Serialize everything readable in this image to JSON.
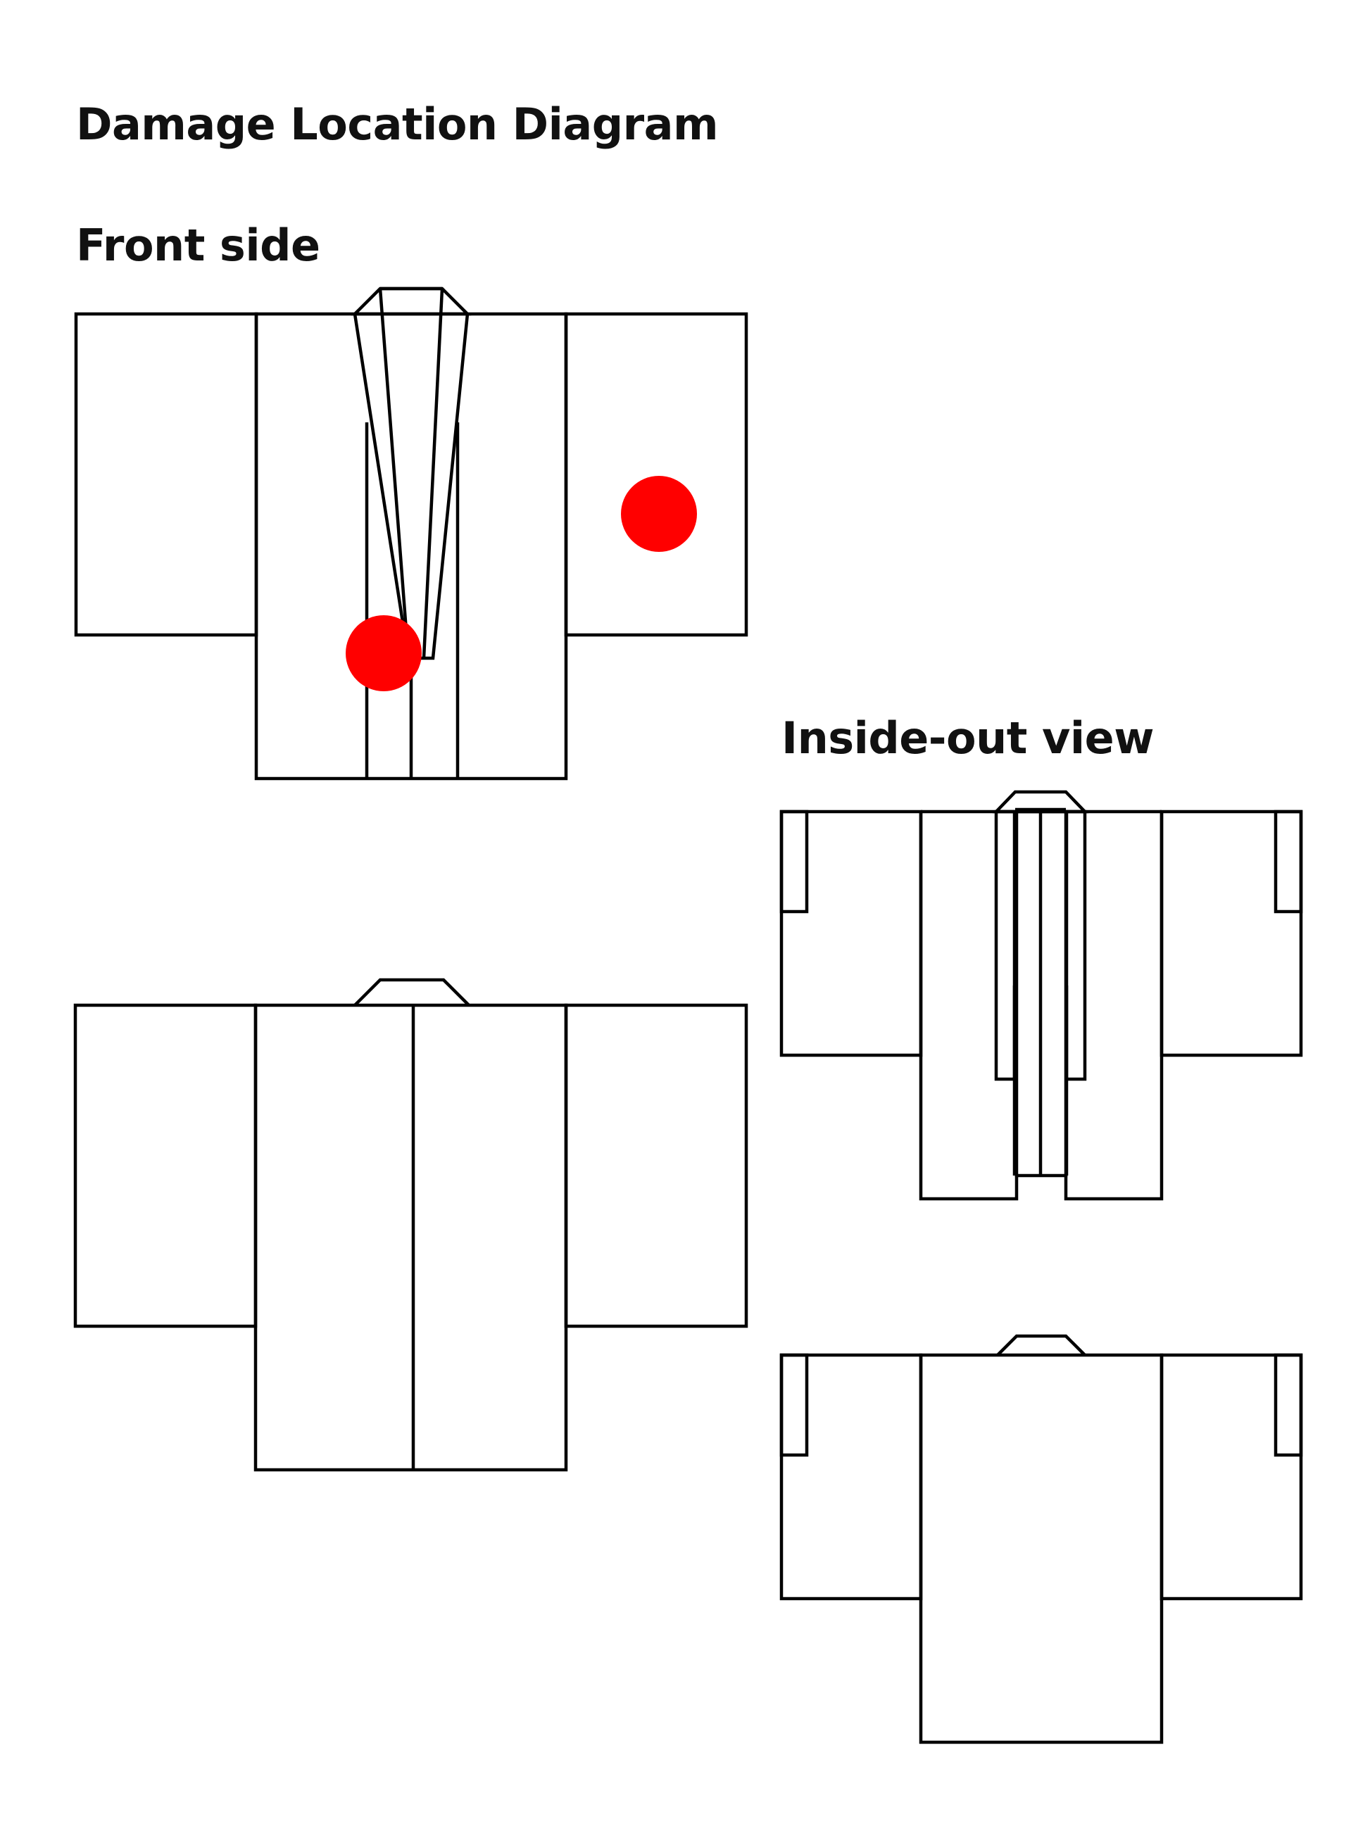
{
  "title": "Damage Location Diagram",
  "sections": {
    "front": {
      "label": "Front side"
    },
    "inside_out": {
      "label": "Inside-out view"
    }
  },
  "colors": {
    "outline": "#000000",
    "damage_marker": "#ff0000",
    "background": "#ffffff"
  },
  "damage_markers": [
    {
      "view": "front",
      "location": "right-sleeve"
    },
    {
      "view": "front",
      "location": "left-front-panel-collar"
    }
  ]
}
